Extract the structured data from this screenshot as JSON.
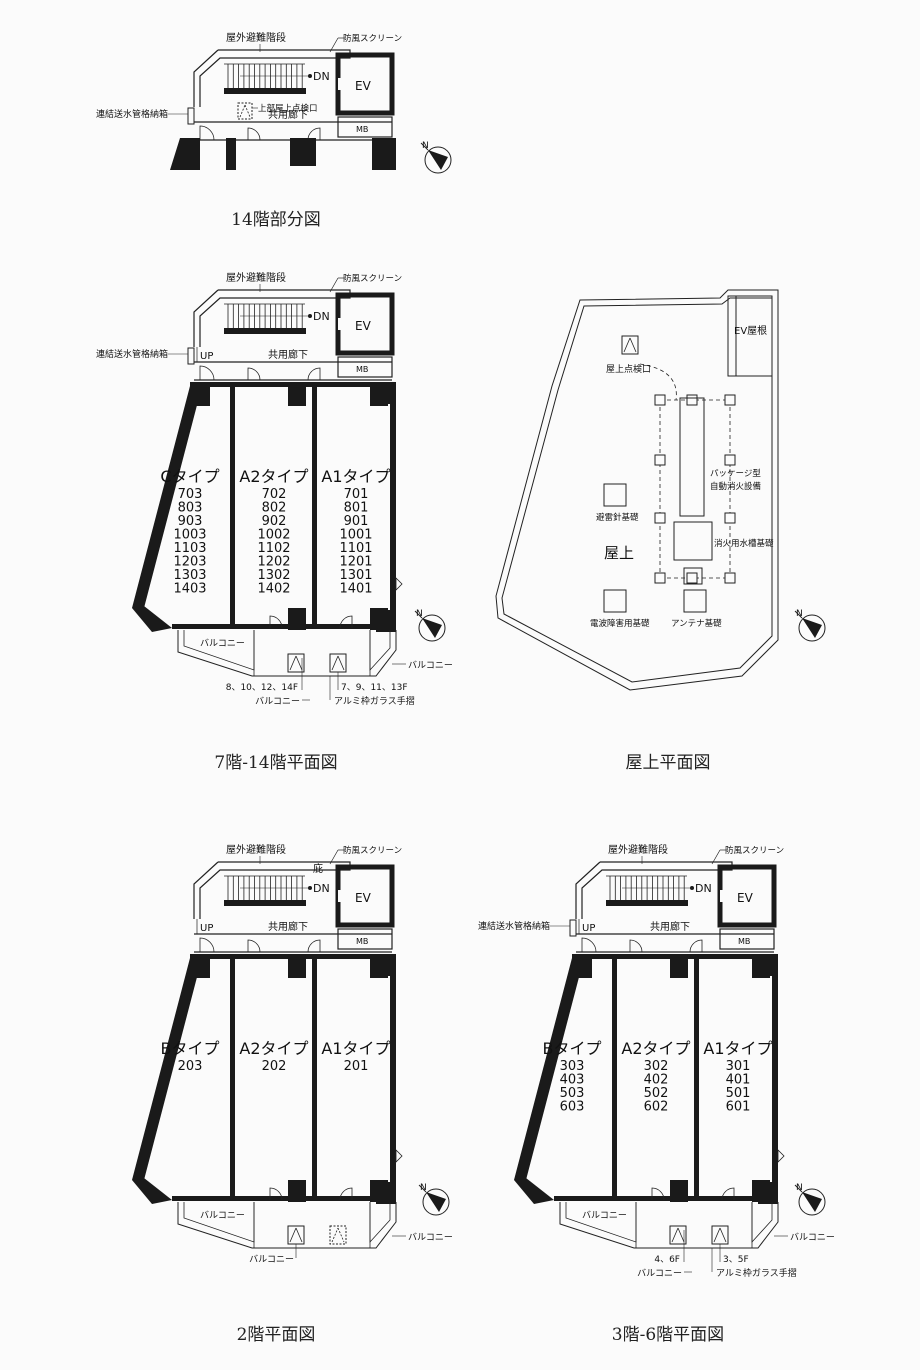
{
  "plans": {
    "p14": {
      "title": "14階部分図",
      "labels": {
        "stairs": "屋外避難階段",
        "screen": "防風スクリーン",
        "dn": "DN",
        "ev": "EV",
        "hatch": "上部屋上点検口",
        "corridor": "共用廊下",
        "mb": "MB",
        "pipe": "連結送水管格納箱"
      }
    },
    "p7": {
      "title": "7階-14階平面図",
      "labels": {
        "stairs": "屋外避難階段",
        "screen": "防風スクリーン",
        "dn": "DN",
        "up": "UP",
        "ev": "EV",
        "corridor": "共用廊下",
        "mb": "MB",
        "pipe": "連結送水管格納箱",
        "balcony_left": "バルコニー",
        "balcony_right": "バルコニー",
        "floors_a": "8、10、12、14F",
        "floors_b": "7、9、11、13F",
        "balcony_bottom": "バルコニー",
        "rail": "アルミ枠ガラス手摺"
      },
      "units": [
        {
          "type": "Cタイプ",
          "rooms": [
            "703",
            "803",
            "903",
            "1003",
            "1103",
            "1203",
            "1303",
            "1403"
          ]
        },
        {
          "type": "A2タイプ",
          "rooms": [
            "702",
            "802",
            "902",
            "1002",
            "1102",
            "1202",
            "1302",
            "1402"
          ]
        },
        {
          "type": "A1タイプ",
          "rooms": [
            "701",
            "801",
            "901",
            "1001",
            "1101",
            "1201",
            "1301",
            "1401"
          ]
        }
      ]
    },
    "roof": {
      "title": "屋上平面図",
      "labels": {
        "ev_roof": "EV屋根",
        "hatch": "屋上点検口",
        "package": "パッケージ型",
        "package2": "自動消火設備",
        "lightning": "避雷針基礎",
        "water_tank": "消火用水槽基礎",
        "rooftop": "屋上",
        "radio": "電波障害用基礎",
        "antenna": "アンテナ基礎"
      }
    },
    "p2": {
      "title": "2階平面図",
      "labels": {
        "stairs": "屋外避難階段",
        "eave": "庇",
        "screen": "防風スクリーン",
        "dn": "DN",
        "up": "UP",
        "ev": "EV",
        "corridor": "共用廊下",
        "mb": "MB",
        "balcony_left": "バルコニー",
        "balcony_right": "バルコニー",
        "balcony_bottom": "バルコニー"
      },
      "units": [
        {
          "type": "Bタイプ",
          "rooms": [
            "203"
          ]
        },
        {
          "type": "A2タイプ",
          "rooms": [
            "202"
          ]
        },
        {
          "type": "A1タイプ",
          "rooms": [
            "201"
          ]
        }
      ]
    },
    "p3": {
      "title": "3階-6階平面図",
      "labels": {
        "stairs": "屋外避難階段",
        "screen": "防風スクリーン",
        "dn": "DN",
        "up": "UP",
        "ev": "EV",
        "corridor": "共用廊下",
        "mb": "MB",
        "pipe": "連結送水管格納箱",
        "balcony_left": "バルコニー",
        "balcony_right": "バルコニー",
        "floors_a": "4、6F",
        "floors_b": "3、5F",
        "balcony_bottom": "バルコニー",
        "rail": "アルミ枠ガラス手摺"
      },
      "units": [
        {
          "type": "Bタイプ",
          "rooms": [
            "303",
            "403",
            "503",
            "603"
          ]
        },
        {
          "type": "A2タイプ",
          "rooms": [
            "302",
            "402",
            "502",
            "602"
          ]
        },
        {
          "type": "A1タイプ",
          "rooms": [
            "301",
            "401",
            "501",
            "601"
          ]
        }
      ]
    }
  },
  "compass": {
    "north_label": "N"
  },
  "colors": {
    "wall": "#1a1a1a",
    "line": "#222222",
    "background": "#fbfbfb"
  }
}
